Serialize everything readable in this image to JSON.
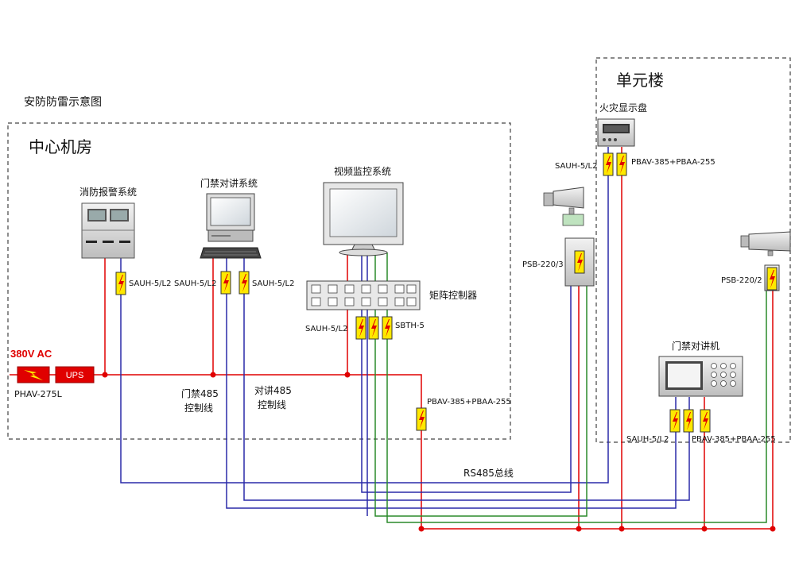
{
  "page_title": "安防防雷示意图",
  "zones": {
    "center": "中心机房",
    "unit": "单元楼"
  },
  "devices": {
    "fire_alarm": "消防报警系统",
    "access_system": "门禁对讲系统",
    "video_system": "视频监控系统",
    "matrix": "矩阵控制器",
    "fire_display": "火灾显示盘",
    "intercom": "门禁对讲机"
  },
  "protectors": {
    "sauh_fire": "SAUH-5/L2",
    "sauh_access_left": "SAUH-5/L2",
    "sauh_access_right": "SAUH-5/L2",
    "sauh_matrix": "SAUH-5/L2",
    "sbth_matrix": "SBTH-5",
    "phav": "PHAV-275L",
    "pbav_center": "PBAV-385+PBAA-255",
    "sauh_fire_display": "SAUH-5/L2",
    "pbav_fire_display": "PBAV-385+PBAA-255",
    "psb_cam1": "PSB-220/3",
    "psb_cam2": "PSB-220/2",
    "sauh_intercom": "SAUH-5/L2",
    "pbav_intercom": "PBAV-385+PBAA-255"
  },
  "power": {
    "source": "380V AC",
    "ups": "UPS"
  },
  "lines": {
    "access485_1": "门禁485",
    "access485_2": "控制线",
    "talk485_1": "对讲485",
    "talk485_2": "控制线",
    "rs485": "RS485总线"
  },
  "colors": {
    "power_line": "#e00000",
    "data_blue": "#2a2aa8",
    "data_green": "#2a8a2a",
    "spd_fill": "#ffe800",
    "spd_bolt": "#e00000"
  }
}
